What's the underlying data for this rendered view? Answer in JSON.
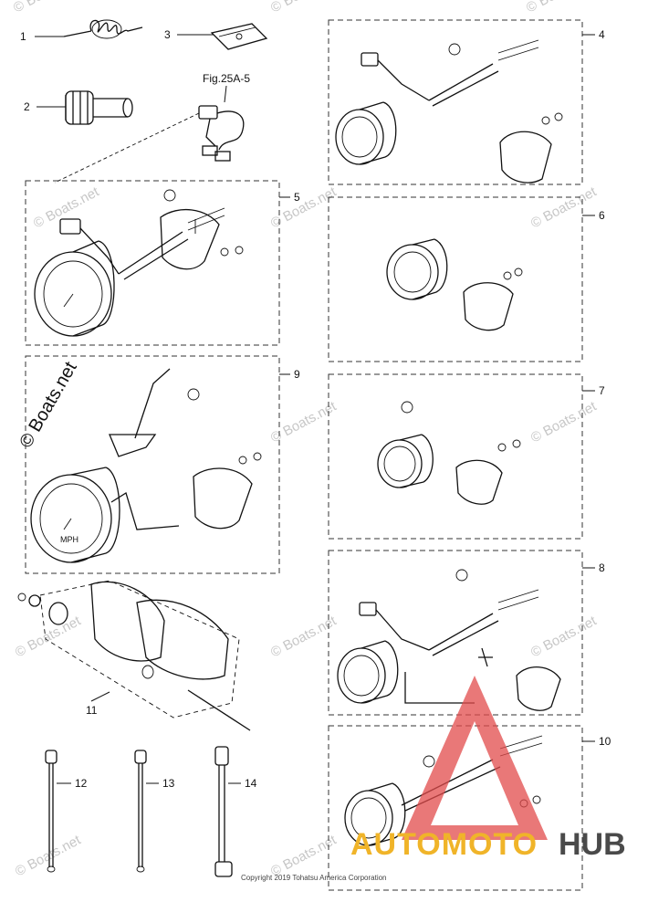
{
  "diagram": {
    "fig_ref": "Fig.25A-5",
    "copyright": "Copyright 2019 Tohatsu America Corporation",
    "watermark_text": "© Boats.net",
    "gauge_face_label": "MPH",
    "callouts": [
      "1",
      "2",
      "3",
      "4",
      "5",
      "6",
      "7",
      "8",
      "9",
      "10",
      "11",
      "12",
      "13",
      "14"
    ]
  },
  "logo": {
    "text_automoto": "AUTOMOTO",
    "text_hub": "HUB",
    "colors": {
      "triangle": "#e14b4b",
      "automoto": "#f0b429",
      "hub": "#4a4a4a"
    }
  }
}
